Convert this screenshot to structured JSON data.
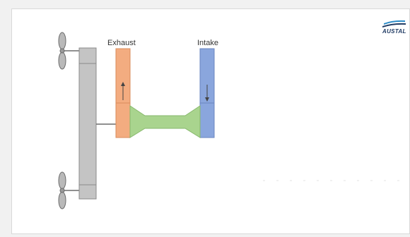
{
  "labels": {
    "exhaust": "Exhaust",
    "intake": "Intake"
  },
  "logo": {
    "text": "AUSTAL",
    "color": "#1f3a63",
    "accent": "#2a8bc7"
  },
  "colors": {
    "frame": "#c4c4c4",
    "exhaust": "#f3ac80",
    "intake": "#8aa6dd",
    "duct": "#a9d48e",
    "propeller": "#b9b9b9",
    "outline": "#6b6b6b"
  },
  "icons": {
    "exhaust_flow": "arrow-up",
    "intake_flow": "arrow-down",
    "propeller": "propeller-icon"
  }
}
